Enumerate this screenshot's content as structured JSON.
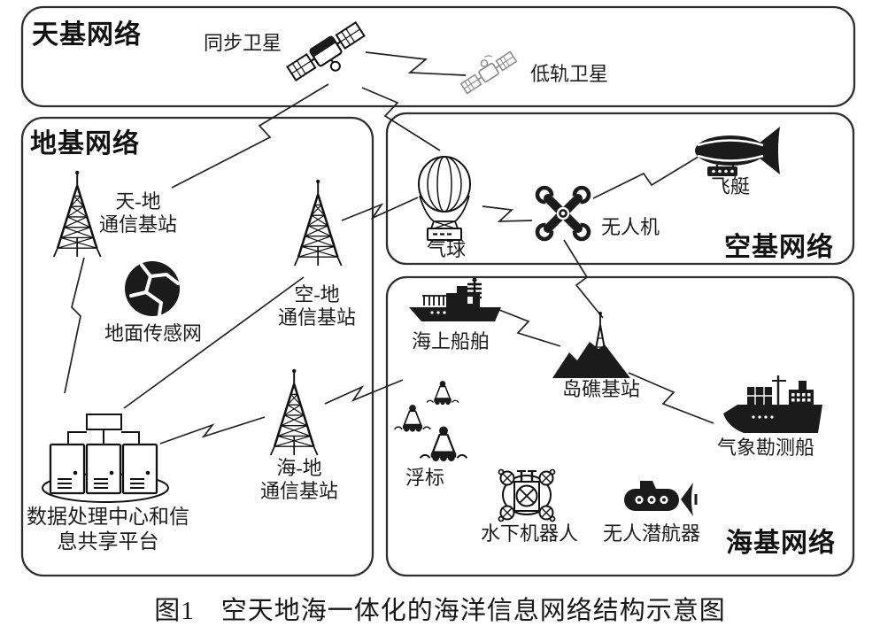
{
  "figure": {
    "caption": "图1　空天地海一体化的海洋信息网络结构示意图"
  },
  "boxes": {
    "space": {
      "title": "天基网络"
    },
    "ground": {
      "title": "地基网络"
    },
    "air": {
      "title": "空基网络"
    },
    "sea": {
      "title": "海基网络"
    }
  },
  "nodes": {
    "geo_satellite": {
      "label": "同步卫星"
    },
    "leo_satellite": {
      "label": "低轨卫星"
    },
    "sky_ground_station": {
      "line1": "天-地",
      "line2": "通信基站"
    },
    "ground_sensor_net": {
      "label": "地面传感网"
    },
    "air_ground_station": {
      "line1": "空-地",
      "line2": "通信基站"
    },
    "sea_ground_station": {
      "line1": "海-地",
      "line2": "通信基站"
    },
    "data_center": {
      "line1": "数据处理中心和信",
      "line2": "息共享平台"
    },
    "balloon": {
      "label": "气球"
    },
    "uav": {
      "label": "无人机"
    },
    "airship": {
      "label": "飞艇"
    },
    "surface_ship": {
      "label": "海上船舶"
    },
    "island_station": {
      "label": "岛礁基站"
    },
    "weather_ship": {
      "label": "气象勘测船"
    },
    "buoy": {
      "label": "浮标"
    },
    "underwater_robot": {
      "label": "水下机器人"
    },
    "uuv": {
      "label": "无人潜航器"
    }
  },
  "icons": {
    "geo_satellite": "satellite-icon",
    "leo_satellite": "satellite-dish-icon",
    "sky_ground_station": "lattice-tower-icon",
    "air_ground_station": "lattice-tower-icon",
    "sea_ground_station": "lattice-tower-icon",
    "ground_sensor_net": "sensor-globe-icon",
    "data_center": "server-cluster-icon",
    "balloon": "hot-air-balloon-icon",
    "uav": "quadcopter-icon",
    "airship": "blimp-icon",
    "surface_ship": "ship-icon",
    "island_station": "island-tower-icon",
    "weather_ship": "survey-ship-icon",
    "buoy": "buoy-icon",
    "underwater_robot": "rov-icon",
    "uuv": "submarine-icon",
    "links": "lightning-bolt-icon"
  },
  "colors": {
    "ink": "#1b1b1b",
    "box_border": "#2f2f2f",
    "leo_satellite_gray": "#8d8d8d",
    "background": "#ffffff"
  }
}
